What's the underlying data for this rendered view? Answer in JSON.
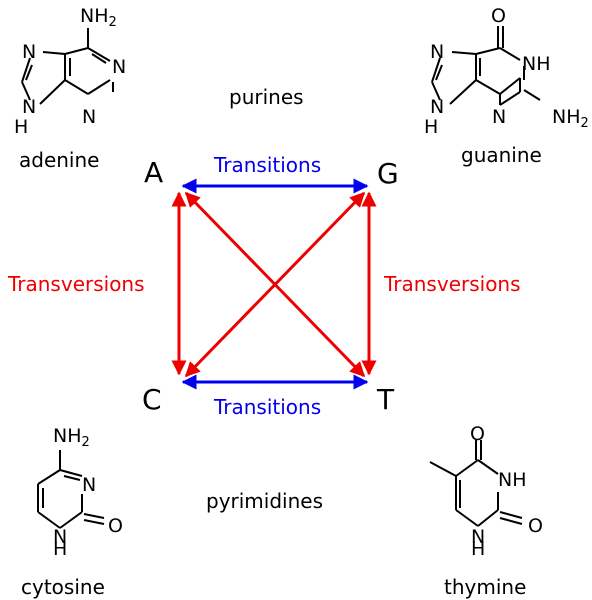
{
  "labels": {
    "purines": "purines",
    "pyrimidines": "pyrimidines",
    "transitions_top": "Transitions",
    "transitions_bottom": "Transitions",
    "transversions_left": "Transversions",
    "transversions_right": "Transversions"
  },
  "bases": {
    "A": "A",
    "G": "G",
    "C": "C",
    "T": "T"
  },
  "molecules": {
    "adenine": {
      "name": "adenine",
      "atoms": {
        "nh2_N": "NH",
        "nh2_sub": "2",
        "n1": "N",
        "n3": "N",
        "n7": "N",
        "n9_N": "N",
        "n9_H": "H"
      }
    },
    "guanine": {
      "name": "guanine",
      "atoms": {
        "o": "O",
        "n1": "NH",
        "n3": "N",
        "nh2_N": "NH",
        "nh2_sub": "2",
        "n7": "N",
        "n9_N": "N",
        "n9_H": "H"
      }
    },
    "cytosine": {
      "name": "cytosine",
      "atoms": {
        "nh2_N": "NH",
        "nh2_sub": "2",
        "n3": "N",
        "o": "O",
        "n1_N": "N",
        "n1_H": "H"
      }
    },
    "thymine": {
      "name": "thymine",
      "atoms": {
        "o4": "O",
        "n3": "NH",
        "o2": "O",
        "n1_N": "N",
        "n1_H": "H"
      }
    }
  },
  "colors": {
    "transition": "#0000ee",
    "transversion": "#ee0000",
    "text": "#000000",
    "background": "#ffffff"
  }
}
